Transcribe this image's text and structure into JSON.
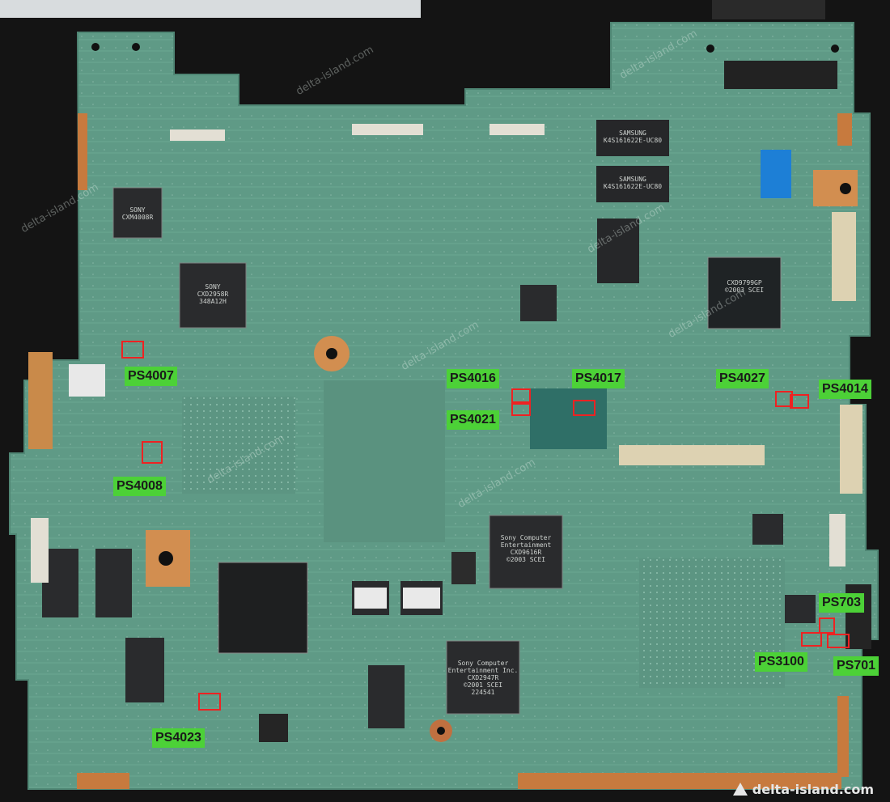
{
  "watermark": {
    "site": "delta-island.com"
  },
  "chips": {
    "cxd2958r": [
      "SONY",
      "CXD2958R",
      "348A12H"
    ],
    "cxm4008r": [
      "SONY",
      "CXM4008R"
    ],
    "cxd9616r": [
      "Sony Computer",
      "Entertainment",
      "CXD9616R",
      "©2003 SCEI"
    ],
    "cxd2947r": [
      "Sony Computer",
      "Entertainment Inc.",
      "CXD2947R",
      "©2001 SCEI",
      "224541"
    ],
    "samsung": [
      "SAMSUNG",
      "K4S161622E-UC80"
    ],
    "cxd9799": [
      "CXD9799GP",
      "©2003 SCEI"
    ]
  },
  "labels": {
    "ps4007": "PS4007",
    "ps4008": "PS4008",
    "ps4016": "PS4016",
    "ps4021": "PS4021",
    "ps4017": "PS4017",
    "ps4027": "PS4027",
    "ps4014": "PS4014",
    "ps703": "PS703",
    "ps3100": "PS3100",
    "ps701": "PS701",
    "ps4023": "PS4023"
  },
  "colors": {
    "label_bg": "#4cd137",
    "marker": "#e22222",
    "pcb": "#5f9a86",
    "background": "#0c0c0c"
  }
}
